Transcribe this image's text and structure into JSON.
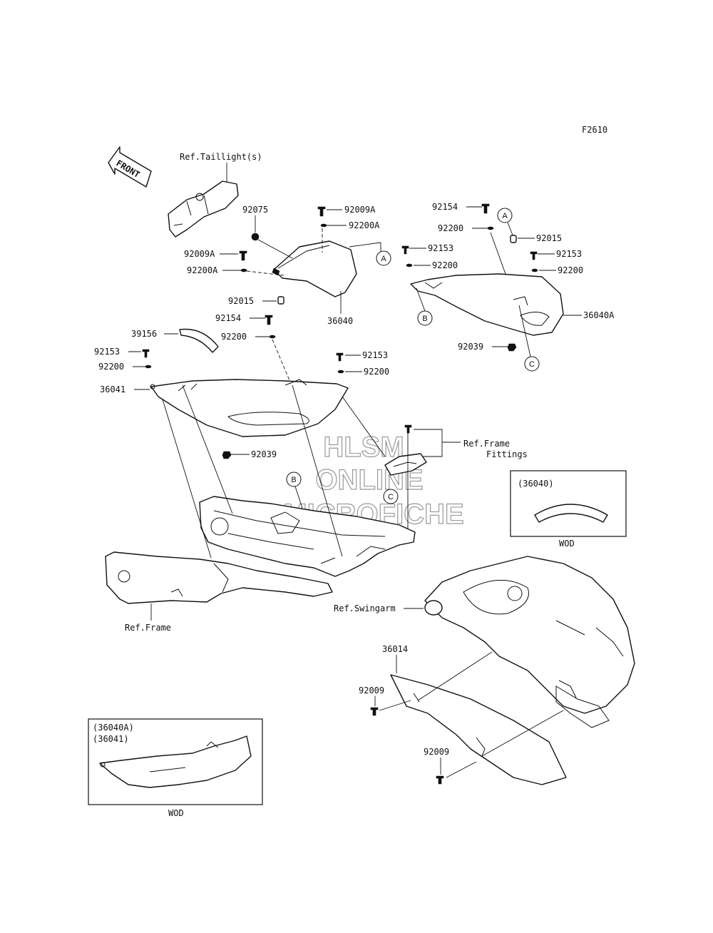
{
  "diagram_code": "F2610",
  "front_label": "FRONT",
  "labels": {
    "ref_taillight": "Ref.Taillight(s)",
    "ref_frame_fittings_1": "Ref.Frame",
    "ref_frame_fittings_2": "Fittings",
    "ref_swingarm": "Ref.Swingarm",
    "ref_frame": "Ref.Frame"
  },
  "part_numbers": {
    "p92075": "92075",
    "p92009A_top": "92009A",
    "p92200A_top": "92200A",
    "p92009A_left": "92009A",
    "p92200A_left": "92200A",
    "p92015_mid": "92015",
    "p36040": "36040",
    "p92154_mid": "92154",
    "p92200_mid": "92200",
    "p39156": "39156",
    "p92153_left": "92153",
    "p92200_left": "92200",
    "p36041": "36041",
    "p92153_center": "92153",
    "p92200_center": "92200",
    "p92039_left": "92039",
    "p92154_right": "92154",
    "p92200_right_top": "92200",
    "p92015_right": "92015",
    "p92153_right_a": "92153",
    "p92200_right_a": "92200",
    "p92153_right_b": "92153",
    "p92200_right_b": "92200",
    "p36040A": "36040A",
    "p92039_right": "92039",
    "p36014": "36014",
    "p92009_a": "92009",
    "p92009_b": "92009"
  },
  "callouts": {
    "a1": "A",
    "a2": "A",
    "b1": "B",
    "b2": "B",
    "c1": "C",
    "c2": "C"
  },
  "inset_36040": {
    "code": "(36040)",
    "note": "WOD"
  },
  "inset_36040A": {
    "code1": "(36040A)",
    "code2": "(36041)",
    "note": "WOD"
  },
  "watermark": {
    "line1": "HLSM",
    "line2": "ONLINE",
    "line3": "MICROFICHE"
  }
}
